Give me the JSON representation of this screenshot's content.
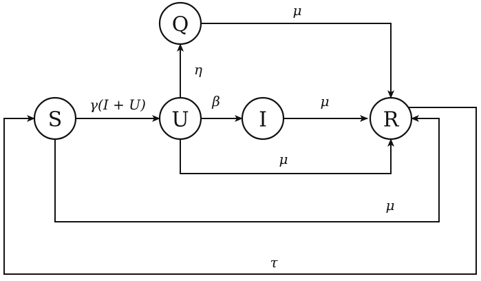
{
  "nodes": {
    "S": "S",
    "U": "U",
    "I": "I",
    "R": "R",
    "Q": "Q"
  },
  "edges": {
    "s_to_u": "γ(I + U)",
    "u_to_i": "β",
    "u_to_q": "η",
    "q_to_r": "μ",
    "i_to_r": "μ",
    "u_to_r": "μ",
    "s_to_r": "μ",
    "r_to_s": "τ"
  },
  "colors": {
    "ink": "#111111",
    "background": "#ffffff"
  }
}
